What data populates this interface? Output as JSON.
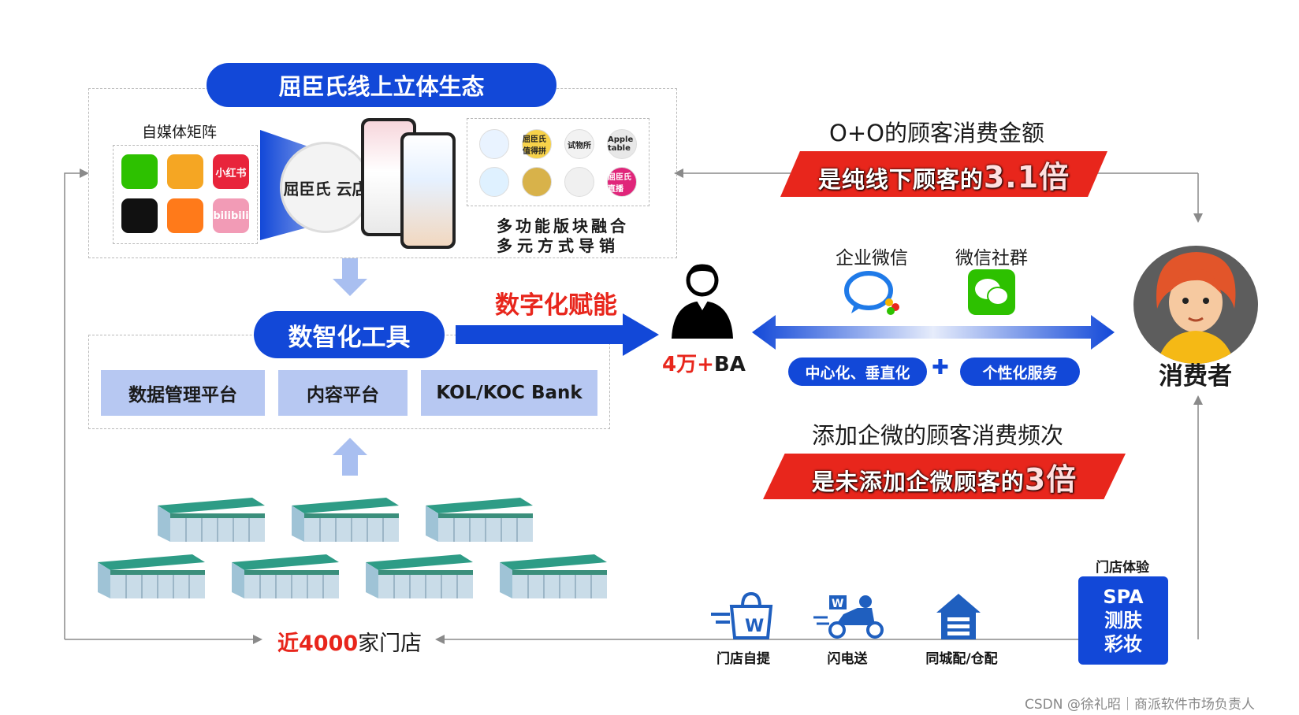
{
  "online": {
    "title": "屈臣氏线上立体生态",
    "self_media_label": "自媒体矩阵",
    "apps": [
      {
        "name": "wechat-icon",
        "color": "#2dc100",
        "label": ""
      },
      {
        "name": "weibo-icon",
        "color": "#f5a623",
        "label": ""
      },
      {
        "name": "xiaohongshu-icon",
        "color": "#e8243b",
        "label": "小红书"
      },
      {
        "name": "douyin-icon",
        "color": "#111111",
        "label": ""
      },
      {
        "name": "kuaishou-icon",
        "color": "#ff7a1a",
        "label": ""
      },
      {
        "name": "bilibili-icon",
        "color": "#f29bb6",
        "label": "bilibili"
      }
    ],
    "cloud_store_logo": "屈臣氏 云店",
    "modules": [
      "",
      "屈臣氏 值得拼",
      "试物所",
      "Apple table",
      "",
      "",
      "",
      "屈臣氏 直播"
    ],
    "caption_line1": "多功能版块融合",
    "caption_line2": "多元方式导销"
  },
  "tools": {
    "title": "数智化工具",
    "items": [
      "数据管理平台",
      "内容平台",
      "KOL/KOC Bank"
    ]
  },
  "empower_label": "数字化赋能",
  "ba": {
    "number": "4万",
    "plus": "+",
    "suffix": "BA"
  },
  "stores_label": {
    "prefix": "近4000",
    "suffix": "家门店"
  },
  "stat1": {
    "headline": "O+O的顾客消费金额",
    "banner_text": "是纯线下顾客的",
    "multiplier": "3.1倍"
  },
  "stat2": {
    "headline": "添加企微的顾客消费频次",
    "banner_text": "是未添加企微顾客的",
    "multiplier": "3倍"
  },
  "channels": {
    "wecom_label": "企业微信",
    "wechat_group_label": "微信社群"
  },
  "service": {
    "left": "中心化、垂直化",
    "plus": "✚",
    "right": "个性化服务"
  },
  "consumer_label": "消费者",
  "delivery": [
    {
      "icon": "bag-icon",
      "label": "门店自提"
    },
    {
      "icon": "scooter-icon",
      "label": "闪电送"
    },
    {
      "icon": "warehouse-icon",
      "label": "同城配/仓配"
    }
  ],
  "experience": {
    "header": "门店体验",
    "lines": [
      "SPA",
      "测肤",
      "彩妆"
    ]
  },
  "watermark": "CSDN @徐礼昭｜商派软件市场负责人",
  "colors": {
    "blue": "#1248d8",
    "red": "#e8261c",
    "light_blue": "#b7c8f2"
  }
}
